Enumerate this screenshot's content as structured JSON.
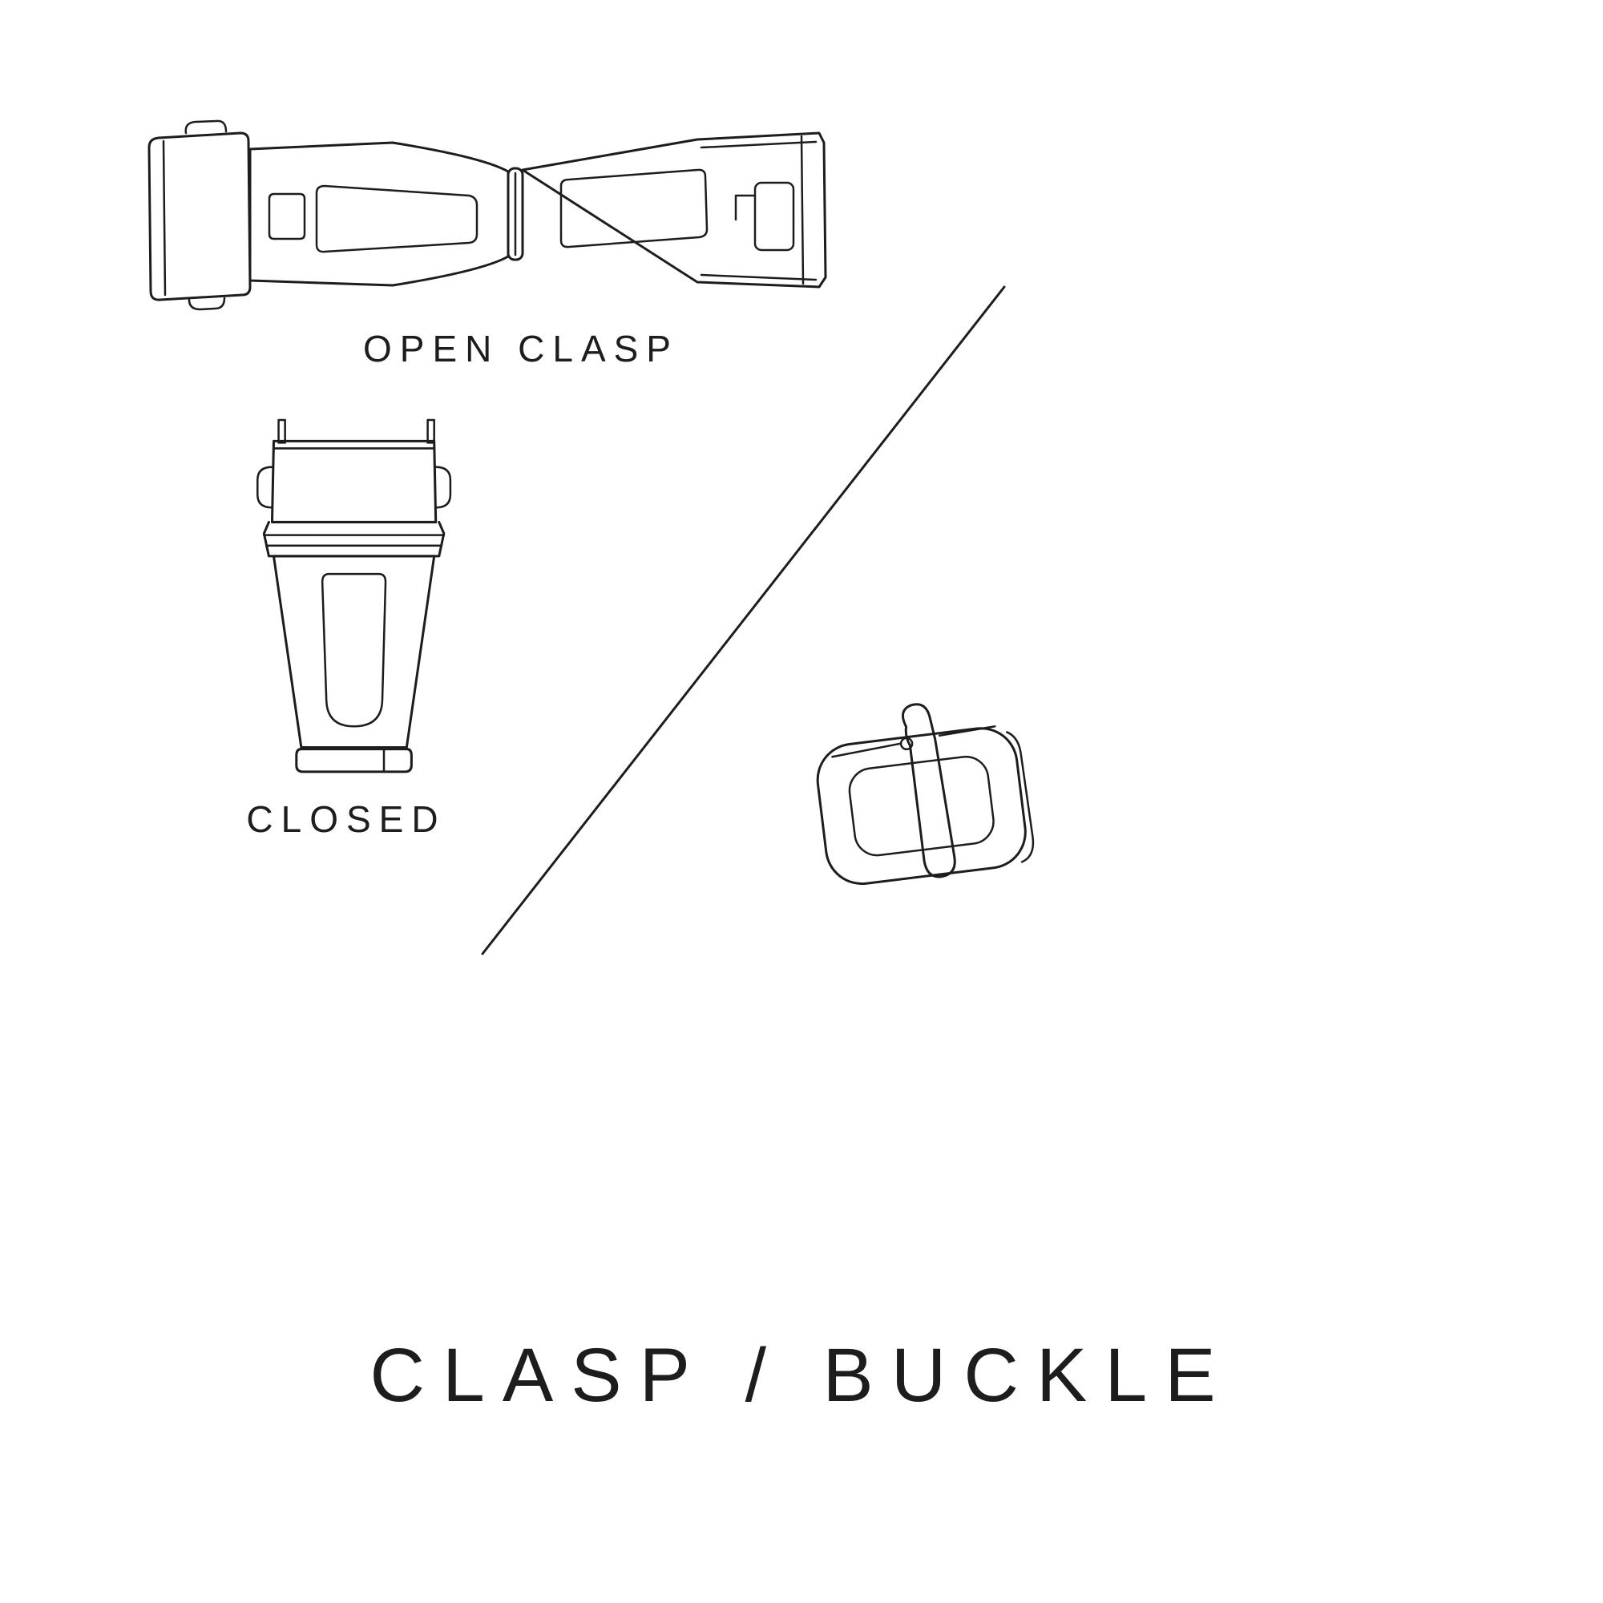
{
  "page": {
    "title": "CLASP / BUCKLE",
    "background": "#ffffff",
    "ink": "#1d1d1d"
  },
  "figures": {
    "open_clasp": {
      "label": "OPEN CLASP"
    },
    "closed_clasp": {
      "label": "CLOSED"
    },
    "buckle": {
      "label": ""
    }
  }
}
